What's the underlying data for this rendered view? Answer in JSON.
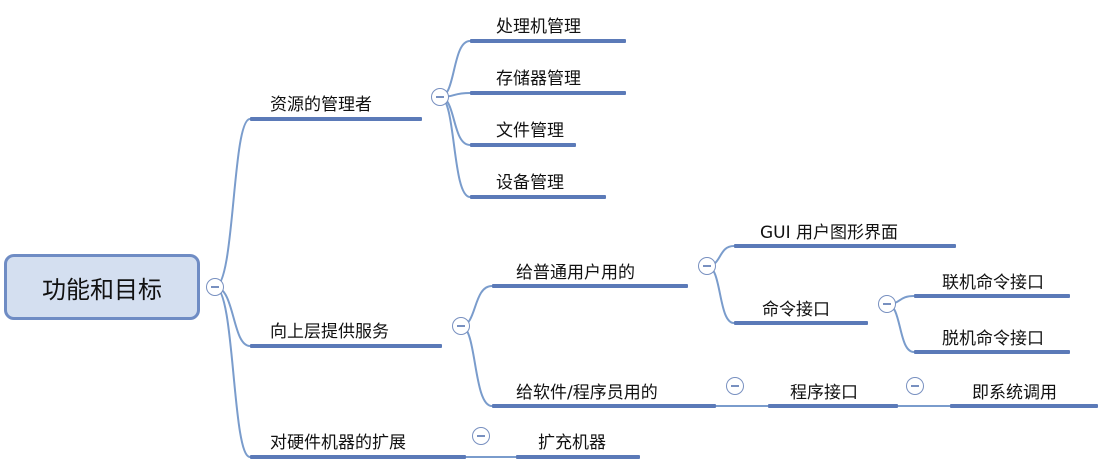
{
  "root": {
    "label": "功能和目标"
  },
  "branches": {
    "resources": {
      "label": "资源的管理者",
      "children": [
        "处理机管理",
        "存储器管理",
        "文件管理",
        "设备管理"
      ]
    },
    "services": {
      "label": "向上层提供服务",
      "general": {
        "label": "给普通用户用的",
        "gui": "GUI 用户图形界面",
        "command": {
          "label": "命令接口",
          "children": [
            "联机命令接口",
            "脱机命令接口"
          ]
        }
      },
      "software": {
        "label": "给软件/程序员用的",
        "program_interface": "程序接口",
        "syscall": "即系统调用"
      }
    },
    "extension": {
      "label": "对硬件机器的扩展",
      "child": "扩充机器"
    }
  },
  "colors": {
    "connector": "#7a9ccc",
    "underline": "#5b7ab8",
    "root_fill": "#d4dff0",
    "root_border": "#6f8cc4"
  }
}
